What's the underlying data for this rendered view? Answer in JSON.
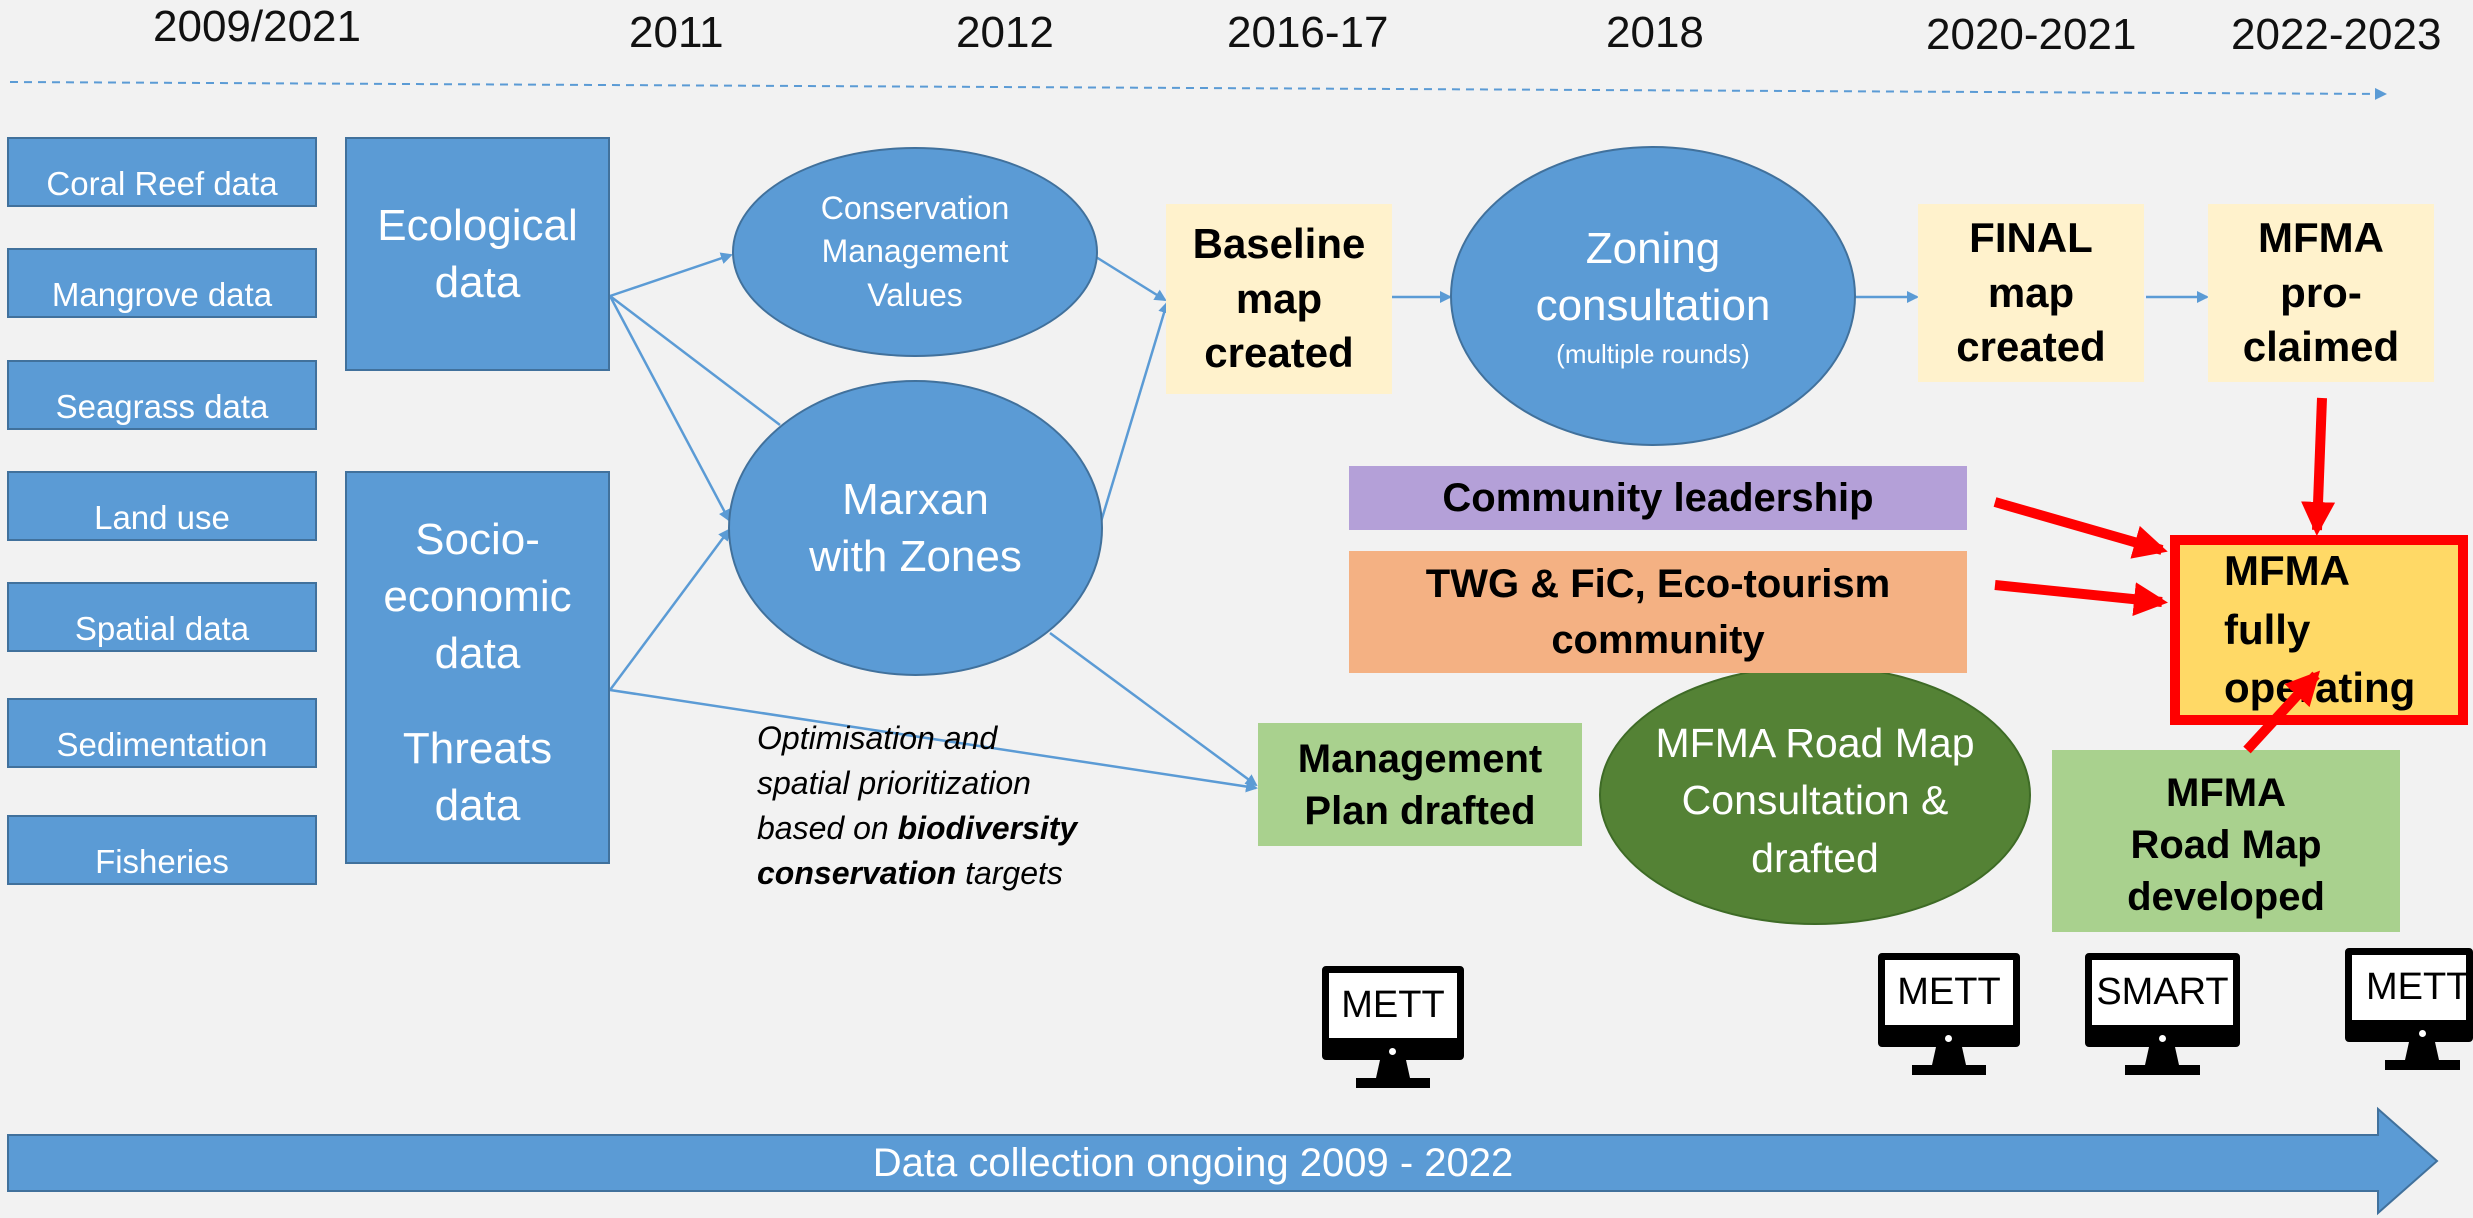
{
  "timeline": {
    "years": [
      "2009/2021",
      "2011",
      "2012",
      "2016-17",
      "2018",
      "2020-2021",
      "2022-2023"
    ]
  },
  "data_sources": [
    "Coral Reef data",
    "Mangrove data",
    "Seagrass data",
    "Land use",
    "Spatial data",
    "Sedimentation",
    "Fisheries"
  ],
  "categories": {
    "ecological": [
      "Ecological",
      "data"
    ],
    "socio": [
      "Socio-",
      "economic",
      "data"
    ],
    "threats": [
      "Threats",
      "data"
    ]
  },
  "ellipses": {
    "conservation": [
      "Conservation",
      "Management",
      "Values"
    ],
    "marxan": [
      "Marxan",
      "with Zones"
    ],
    "zoning": {
      "title": [
        "Zoning",
        "consultation"
      ],
      "sub": "(multiple rounds)"
    },
    "roadmap_consult": [
      "MFMA Road Map",
      "Consultation &",
      "drafted"
    ]
  },
  "boxes": {
    "baseline": [
      "Baseline",
      "map",
      "created"
    ],
    "final": [
      "FINAL",
      "map",
      "created"
    ],
    "proclaimed": [
      "MFMA",
      "pro-",
      "claimed"
    ],
    "management": [
      "Management",
      "Plan drafted"
    ],
    "operating": [
      "MFMA",
      "fully",
      "operating"
    ],
    "roadmap_dev": [
      "MFMA",
      "Road Map",
      "developed"
    ]
  },
  "bars": {
    "community": "Community leadership",
    "twg": [
      "TWG & FiC, Eco-tourism",
      "community"
    ]
  },
  "optimisation": {
    "line1": "Optimisation and",
    "line2": "spatial prioritization",
    "line3_pre": "based on ",
    "line3_bold": "biodiversity",
    "line4_bold": "conservation",
    "line4_post": " targets"
  },
  "monitors": [
    "METT",
    "METT",
    "SMART",
    "METT"
  ],
  "footer_arrow": "Data collection ongoing 2009 - 2022",
  "colors": {
    "blue": "#5b9bd5",
    "dark_green": "#548235",
    "light_green": "#a9d18e",
    "cream": "#fff2cc",
    "purple": "#b4a0d8",
    "orange": "#f4b183",
    "gold": "#ffd966",
    "red": "#ff0000"
  }
}
